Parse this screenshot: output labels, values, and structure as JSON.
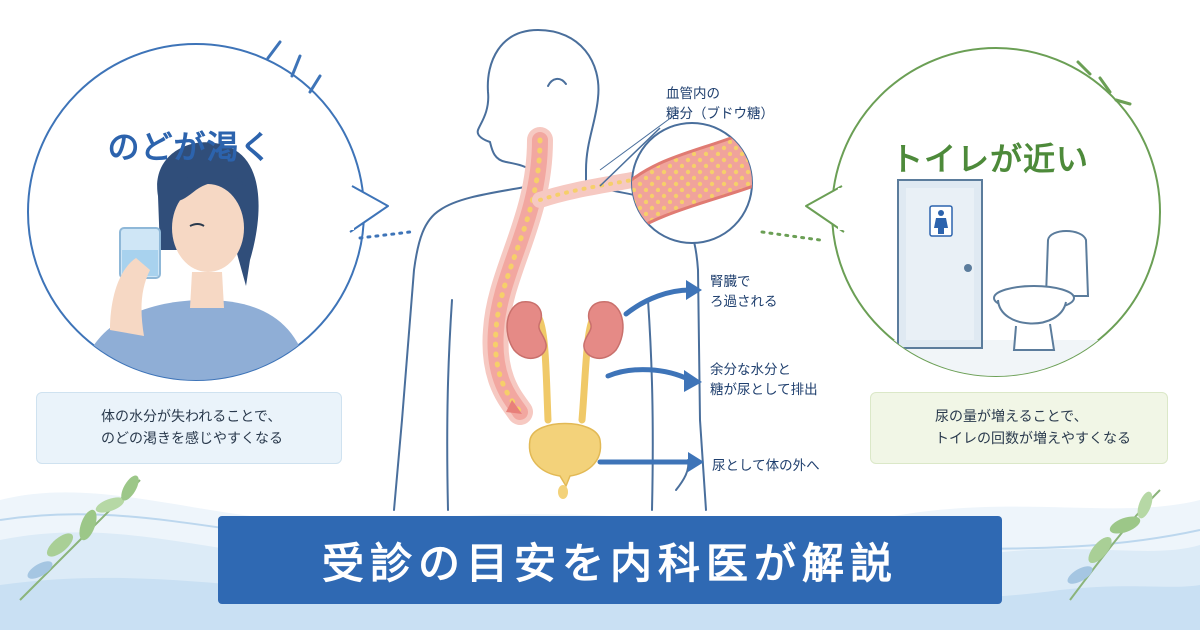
{
  "left_bubble": {
    "title": "のどが渇く",
    "info_line1": "体の水分が失われることで、",
    "info_line2": "のどの渇きを感じやすくなる"
  },
  "right_bubble": {
    "title": "トイレが近い",
    "info_line1": "尿の量が増えることで、",
    "info_line2": "トイレの回数が増えやすくなる"
  },
  "labels": {
    "blood_line1": "血管内の",
    "blood_line2": "糖分（ブドウ糖）",
    "kidney_line1": "腎臓で",
    "kidney_line2": "ろ過される",
    "excess_line1": "余分な水分と",
    "excess_line2": "糖が尿として排出",
    "out": "尿として体の外へ"
  },
  "banner": {
    "text": "受診の目安を内科医が解説"
  },
  "colors": {
    "left_accent": "#2c63ad",
    "right_accent": "#4d8a3a",
    "banner": "#2f69b3",
    "vessel": "#f0a39b",
    "kidney": "#e58a86",
    "bladder": "#f3d27a"
  },
  "icons": {
    "left_info": "water-drop-icon",
    "right_info": "urine-drop-icon",
    "door_sign": "restroom-person-icon"
  }
}
